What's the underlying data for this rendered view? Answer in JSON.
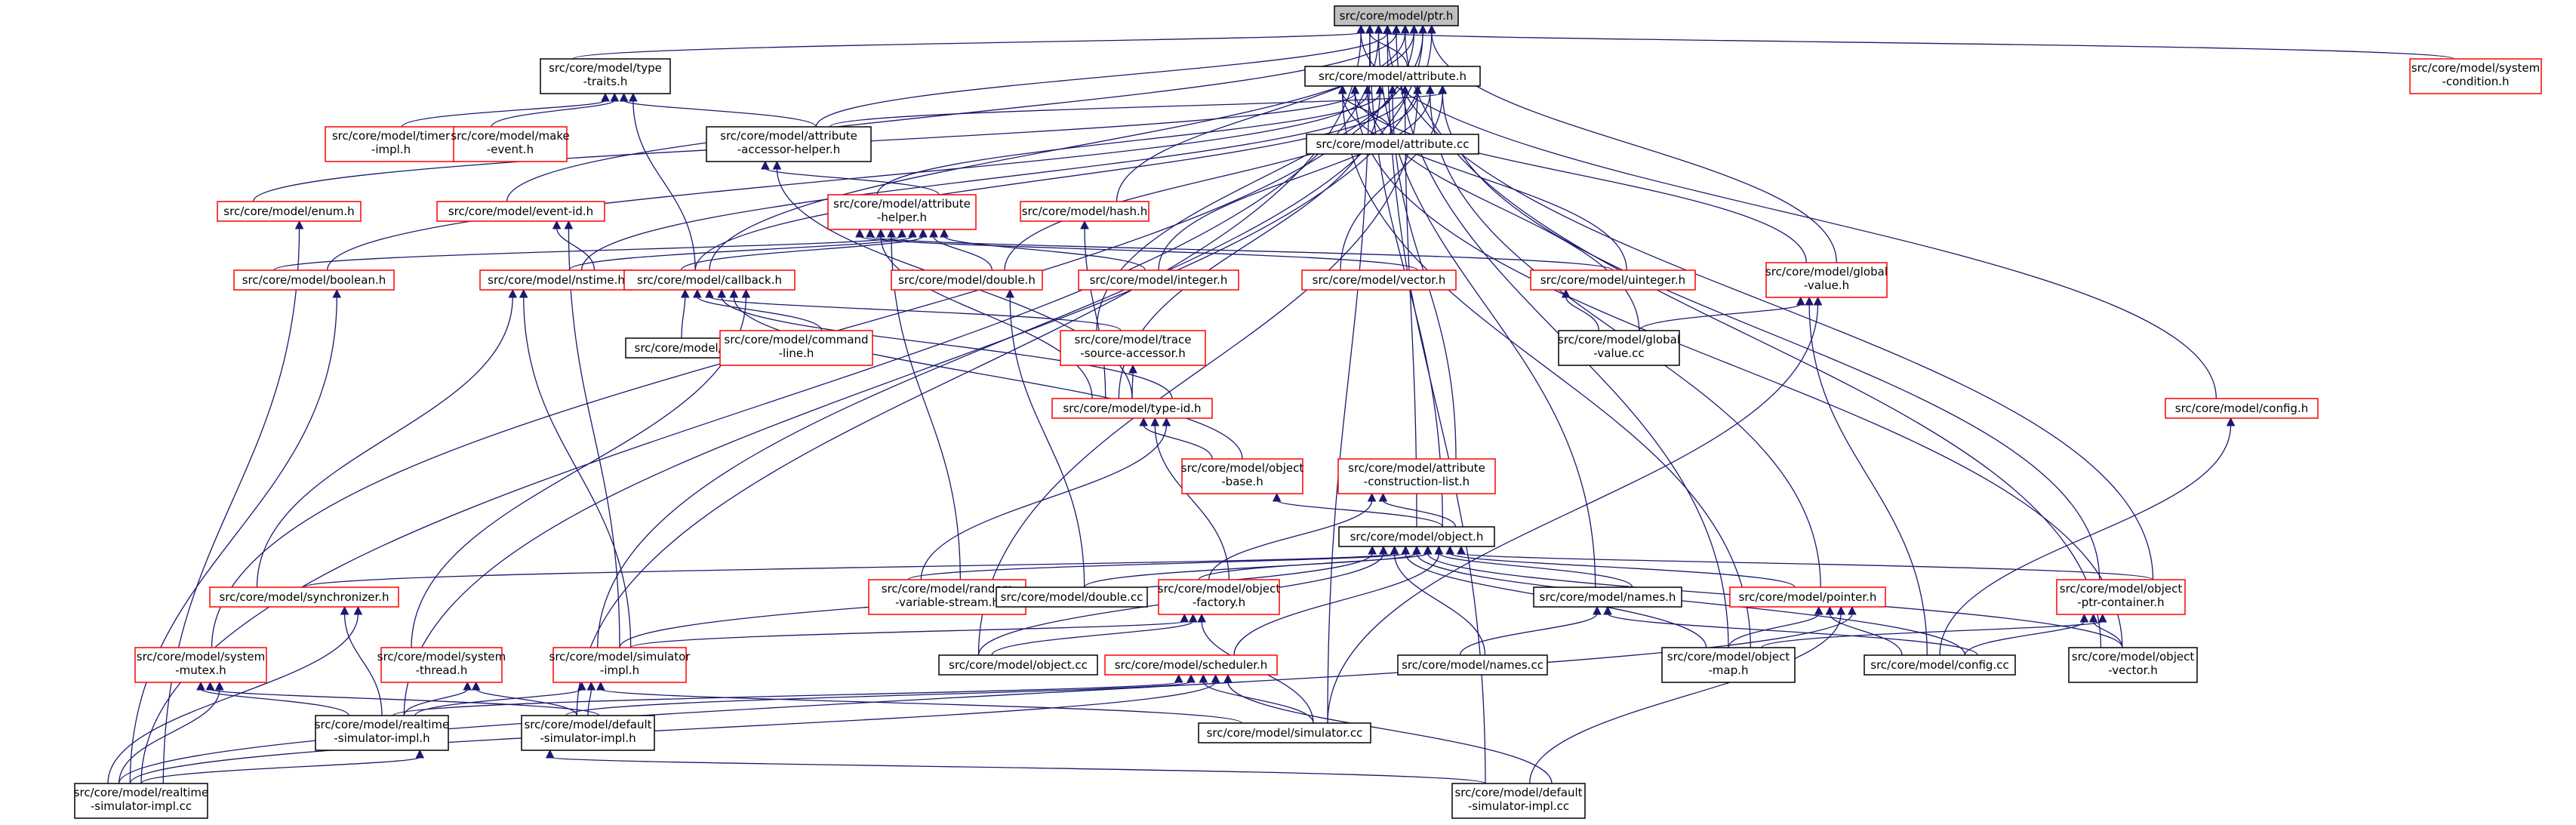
{
  "diagram": {
    "nodes": [
      {
        "id": "ptr",
        "lines": [
          "src/core/model/ptr.h"
        ],
        "style": "root"
      },
      {
        "id": "type_traits",
        "lines": [
          "src/core/model/type",
          "-traits.h"
        ],
        "style": "black"
      },
      {
        "id": "attribute",
        "lines": [
          "src/core/model/attribute.h"
        ],
        "style": "black"
      },
      {
        "id": "system_condition",
        "lines": [
          "src/core/model/system",
          "-condition.h"
        ],
        "style": "red"
      },
      {
        "id": "timer_impl",
        "lines": [
          "src/core/model/timer",
          "-impl.h"
        ],
        "style": "red"
      },
      {
        "id": "make_event",
        "lines": [
          "src/core/model/make",
          "-event.h"
        ],
        "style": "red"
      },
      {
        "id": "accessor_helper",
        "lines": [
          "src/core/model/attribute",
          "-accessor-helper.h"
        ],
        "style": "black"
      },
      {
        "id": "attribute_cc",
        "lines": [
          "src/core/model/attribute.cc"
        ],
        "style": "black"
      },
      {
        "id": "enum",
        "lines": [
          "src/core/model/enum.h"
        ],
        "style": "red"
      },
      {
        "id": "event_id",
        "lines": [
          "src/core/model/event-id.h"
        ],
        "style": "red"
      },
      {
        "id": "attribute_helper",
        "lines": [
          "src/core/model/attribute",
          "-helper.h"
        ],
        "style": "red"
      },
      {
        "id": "hash",
        "lines": [
          "src/core/model/hash.h"
        ],
        "style": "red"
      },
      {
        "id": "boolean",
        "lines": [
          "src/core/model/boolean.h"
        ],
        "style": "red"
      },
      {
        "id": "nstime",
        "lines": [
          "src/core/model/nstime.h"
        ],
        "style": "red"
      },
      {
        "id": "callback",
        "lines": [
          "src/core/model/callback.h"
        ],
        "style": "red"
      },
      {
        "id": "double_h",
        "lines": [
          "src/core/model/double.h"
        ],
        "style": "red"
      },
      {
        "id": "integer",
        "lines": [
          "src/core/model/integer.h"
        ],
        "style": "red"
      },
      {
        "id": "vector",
        "lines": [
          "src/core/model/vector.h"
        ],
        "style": "red"
      },
      {
        "id": "uinteger",
        "lines": [
          "src/core/model/uinteger.h"
        ],
        "style": "red"
      },
      {
        "id": "global_value_h",
        "lines": [
          "src/core/model/global",
          "-value.h"
        ],
        "style": "red"
      },
      {
        "id": "callback_cc",
        "lines": [
          "src/core/model/callback.cc"
        ],
        "style": "black"
      },
      {
        "id": "command_line",
        "lines": [
          "src/core/model/command",
          "-line.h"
        ],
        "style": "red"
      },
      {
        "id": "trace_source",
        "lines": [
          "src/core/model/trace",
          "-source-accessor.h"
        ],
        "style": "red"
      },
      {
        "id": "global_value_cc",
        "lines": [
          "src/core/model/global",
          "-value.cc"
        ],
        "style": "black"
      },
      {
        "id": "config_h",
        "lines": [
          "src/core/model/config.h"
        ],
        "style": "red"
      },
      {
        "id": "type_id",
        "lines": [
          "src/core/model/type-id.h"
        ],
        "style": "red"
      },
      {
        "id": "object_base",
        "lines": [
          "src/core/model/object",
          "-base.h"
        ],
        "style": "red"
      },
      {
        "id": "construction_list",
        "lines": [
          "src/core/model/attribute",
          "-construction-list.h"
        ],
        "style": "red"
      },
      {
        "id": "object_h",
        "lines": [
          "src/core/model/object.h"
        ],
        "style": "black"
      },
      {
        "id": "synchronizer",
        "lines": [
          "src/core/model/synchronizer.h"
        ],
        "style": "red"
      },
      {
        "id": "random_var",
        "lines": [
          "src/core/model/random",
          "-variable-stream.h"
        ],
        "style": "red"
      },
      {
        "id": "double_cc",
        "lines": [
          "src/core/model/double.cc"
        ],
        "style": "black"
      },
      {
        "id": "object_factory",
        "lines": [
          "src/core/model/object",
          "-factory.h"
        ],
        "style": "red"
      },
      {
        "id": "names_h",
        "lines": [
          "src/core/model/names.h"
        ],
        "style": "black"
      },
      {
        "id": "pointer",
        "lines": [
          "src/core/model/pointer.h"
        ],
        "style": "red"
      },
      {
        "id": "ptr_container",
        "lines": [
          "src/core/model/object",
          "-ptr-container.h"
        ],
        "style": "red"
      },
      {
        "id": "system_mutex",
        "lines": [
          "src/core/model/system",
          "-mutex.h"
        ],
        "style": "red"
      },
      {
        "id": "system_thread",
        "lines": [
          "src/core/model/system",
          "-thread.h"
        ],
        "style": "red"
      },
      {
        "id": "simulator_impl",
        "lines": [
          "src/core/model/simulator",
          "-impl.h"
        ],
        "style": "red"
      },
      {
        "id": "object_cc",
        "lines": [
          "src/core/model/object.cc"
        ],
        "style": "black"
      },
      {
        "id": "names_cc",
        "lines": [
          "src/core/model/names.cc"
        ],
        "style": "black"
      },
      {
        "id": "object_map",
        "lines": [
          "src/core/model/object",
          "-map.h"
        ],
        "style": "black"
      },
      {
        "id": "config_cc",
        "lines": [
          "src/core/model/config.cc"
        ],
        "style": "black"
      },
      {
        "id": "object_vector",
        "lines": [
          "src/core/model/object",
          "-vector.h"
        ],
        "style": "black"
      },
      {
        "id": "scheduler",
        "lines": [
          "src/core/model/scheduler.h"
        ],
        "style": "red"
      },
      {
        "id": "realtime_impl_h",
        "lines": [
          "src/core/model/realtime",
          "-simulator-impl.h"
        ],
        "style": "black"
      },
      {
        "id": "default_impl_h",
        "lines": [
          "src/core/model/default",
          "-simulator-impl.h"
        ],
        "style": "black"
      },
      {
        "id": "simulator_cc",
        "lines": [
          "src/core/model/simulator.cc"
        ],
        "style": "black"
      },
      {
        "id": "realtime_impl_cc",
        "lines": [
          "src/core/model/realtime",
          "-simulator-impl.cc"
        ],
        "style": "black"
      },
      {
        "id": "default_impl_cc",
        "lines": [
          "src/core/model/default",
          "-simulator-impl.cc"
        ],
        "style": "black"
      }
    ],
    "edges": [
      [
        "type_traits",
        "ptr"
      ],
      [
        "attribute",
        "ptr"
      ],
      [
        "system_condition",
        "ptr"
      ],
      [
        "accessor_helper",
        "ptr"
      ],
      [
        "event_id",
        "ptr"
      ],
      [
        "hash",
        "ptr"
      ],
      [
        "callback",
        "ptr"
      ],
      [
        "trace_source",
        "ptr"
      ],
      [
        "global_value_h",
        "ptr"
      ],
      [
        "config_h",
        "ptr"
      ],
      [
        "object_h",
        "ptr"
      ],
      [
        "names_h",
        "ptr"
      ],
      [
        "ptr_container",
        "ptr"
      ],
      [
        "object_map",
        "ptr"
      ],
      [
        "object_vector",
        "ptr"
      ],
      [
        "system_mutex",
        "ptr"
      ],
      [
        "simulator_impl",
        "ptr"
      ],
      [
        "realtime_impl_h",
        "ptr"
      ],
      [
        "default_impl_h",
        "ptr"
      ],
      [
        "simulator_cc",
        "ptr"
      ],
      [
        "realtime_impl_cc",
        "ptr"
      ],
      [
        "default_impl_cc",
        "ptr"
      ],
      [
        "timer_impl",
        "type_traits"
      ],
      [
        "make_event",
        "type_traits"
      ],
      [
        "accessor_helper",
        "type_traits"
      ],
      [
        "callback",
        "type_traits"
      ],
      [
        "accessor_helper",
        "attribute"
      ],
      [
        "attribute_cc",
        "attribute"
      ],
      [
        "enum",
        "attribute"
      ],
      [
        "boolean",
        "attribute"
      ],
      [
        "attribute_helper",
        "attribute"
      ],
      [
        "nstime",
        "attribute"
      ],
      [
        "callback",
        "attribute"
      ],
      [
        "double_h",
        "attribute"
      ],
      [
        "integer",
        "attribute"
      ],
      [
        "vector",
        "attribute"
      ],
      [
        "uinteger",
        "attribute"
      ],
      [
        "global_value_h",
        "attribute"
      ],
      [
        "global_value_cc",
        "attribute"
      ],
      [
        "type_id",
        "attribute"
      ],
      [
        "construction_list",
        "attribute"
      ],
      [
        "object_h",
        "attribute"
      ],
      [
        "object_cc",
        "attribute"
      ],
      [
        "pointer",
        "attribute"
      ],
      [
        "ptr_container",
        "attribute"
      ],
      [
        "object_map",
        "attribute"
      ],
      [
        "object_vector",
        "attribute"
      ],
      [
        "attribute_helper",
        "accessor_helper"
      ],
      [
        "type_id",
        "accessor_helper"
      ],
      [
        "boolean",
        "attribute_helper"
      ],
      [
        "nstime",
        "attribute_helper"
      ],
      [
        "callback",
        "attribute_helper"
      ],
      [
        "double_h",
        "attribute_helper"
      ],
      [
        "integer",
        "attribute_helper"
      ],
      [
        "vector",
        "attribute_helper"
      ],
      [
        "uinteger",
        "attribute_helper"
      ],
      [
        "type_id",
        "attribute_helper"
      ],
      [
        "random_var",
        "attribute_helper"
      ],
      [
        "type_id",
        "hash"
      ],
      [
        "realtime_impl_cc",
        "enum"
      ],
      [
        "realtime_impl_cc",
        "boolean"
      ],
      [
        "nstime",
        "event_id"
      ],
      [
        "simulator_impl",
        "event_id"
      ],
      [
        "synchronizer",
        "nstime"
      ],
      [
        "simulator_impl",
        "nstime"
      ],
      [
        "callback_cc",
        "callback"
      ],
      [
        "command_line",
        "callback"
      ],
      [
        "trace_source",
        "callback"
      ],
      [
        "type_id",
        "callback"
      ],
      [
        "object_base",
        "callback"
      ],
      [
        "system_thread",
        "callback"
      ],
      [
        "double_cc",
        "double_h"
      ],
      [
        "global_value_cc",
        "uinteger"
      ],
      [
        "global_value_cc",
        "global_value_h"
      ],
      [
        "config_cc",
        "global_value_h"
      ],
      [
        "simulator_cc",
        "global_value_h"
      ],
      [
        "type_id",
        "trace_source"
      ],
      [
        "object_base",
        "type_id"
      ],
      [
        "object_factory",
        "type_id"
      ],
      [
        "random_var",
        "type_id"
      ],
      [
        "object_h",
        "object_base"
      ],
      [
        "object_factory",
        "construction_list"
      ],
      [
        "object_h",
        "construction_list"
      ],
      [
        "synchronizer",
        "object_h"
      ],
      [
        "random_var",
        "object_h"
      ],
      [
        "double_cc",
        "object_h"
      ],
      [
        "object_factory",
        "object_h"
      ],
      [
        "names_h",
        "object_h"
      ],
      [
        "pointer",
        "object_h"
      ],
      [
        "ptr_container",
        "object_h"
      ],
      [
        "simulator_impl",
        "object_h"
      ],
      [
        "object_cc",
        "object_h"
      ],
      [
        "names_cc",
        "object_h"
      ],
      [
        "object_map",
        "object_h"
      ],
      [
        "config_cc",
        "object_h"
      ],
      [
        "object_vector",
        "object_h"
      ],
      [
        "scheduler",
        "object_h"
      ],
      [
        "realtime_impl_h",
        "synchronizer"
      ],
      [
        "realtime_impl_cc",
        "synchronizer"
      ],
      [
        "simulator_impl",
        "object_factory"
      ],
      [
        "object_cc",
        "object_factory"
      ],
      [
        "simulator_cc",
        "object_factory"
      ],
      [
        "names_cc",
        "names_h"
      ],
      [
        "config_cc",
        "names_h"
      ],
      [
        "object_map",
        "pointer"
      ],
      [
        "config_cc",
        "pointer"
      ],
      [
        "default_impl_cc",
        "pointer"
      ],
      [
        "realtime_impl_cc",
        "pointer"
      ],
      [
        "config_cc",
        "ptr_container"
      ],
      [
        "object_vector",
        "ptr_container"
      ],
      [
        "object_map",
        "ptr_container"
      ],
      [
        "config_cc",
        "config_h"
      ],
      [
        "realtime_impl_h",
        "system_mutex"
      ],
      [
        "default_impl_h",
        "system_mutex"
      ],
      [
        "realtime_impl_cc",
        "system_mutex"
      ],
      [
        "realtime_impl_h",
        "system_thread"
      ],
      [
        "default_impl_h",
        "system_thread"
      ],
      [
        "realtime_impl_h",
        "simulator_impl"
      ],
      [
        "default_impl_h",
        "simulator_impl"
      ],
      [
        "simulator_cc",
        "simulator_impl"
      ],
      [
        "realtime_impl_h",
        "scheduler"
      ],
      [
        "default_impl_h",
        "scheduler"
      ],
      [
        "simulator_cc",
        "scheduler"
      ],
      [
        "realtime_impl_cc",
        "scheduler"
      ],
      [
        "default_impl_cc",
        "scheduler"
      ],
      [
        "realtime_impl_cc",
        "realtime_impl_h"
      ],
      [
        "default_impl_cc",
        "default_impl_h"
      ]
    ]
  }
}
